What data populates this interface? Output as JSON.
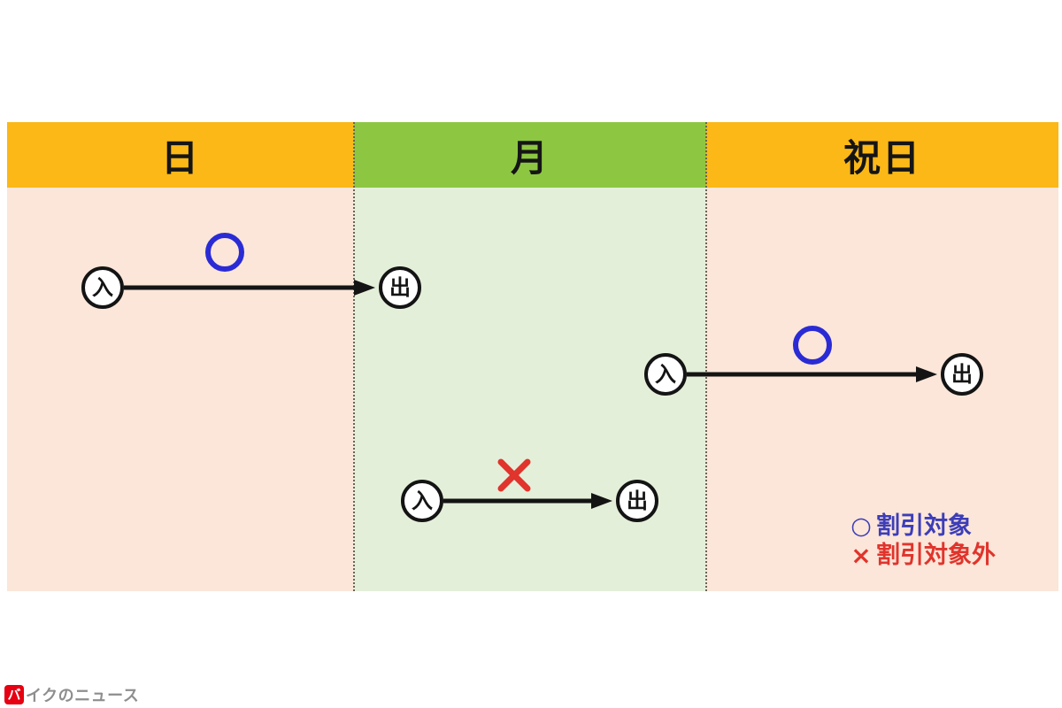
{
  "diagram": {
    "columns": [
      {
        "id": "sun",
        "label": "日",
        "header_color": "#FBB817",
        "body_color": "#FBE6D9"
      },
      {
        "id": "mon",
        "label": "月",
        "header_color": "#8DC741",
        "body_color": "#E4EFDA"
      },
      {
        "id": "holiday",
        "label": "祝日",
        "header_color": "#FBB817",
        "body_color": "#FBE6D9"
      }
    ],
    "node_labels": {
      "entry": "入",
      "exit": "出"
    },
    "flows": [
      {
        "name": "enter-sun-exit-mon",
        "from": "日",
        "to": "月",
        "marker": "○"
      },
      {
        "name": "enter-mon-exit-holiday",
        "from": "月",
        "to": "祝日",
        "marker": "○"
      },
      {
        "name": "enter-mon-exit-mon",
        "from": "月",
        "to": "月",
        "marker": "×"
      }
    ],
    "colors": {
      "ok_blue": "#2B2BD5",
      "ng_red": "#E0342C",
      "arrow_black": "#141414"
    }
  },
  "legend": {
    "items": [
      {
        "symbol": "○",
        "label": "割引対象",
        "color": "#3D3DB8"
      },
      {
        "symbol": "×",
        "label": "割引対象外",
        "color": "#E0342C"
      }
    ]
  },
  "watermark": {
    "logo_char": "バ",
    "text": "イクのニュース"
  }
}
